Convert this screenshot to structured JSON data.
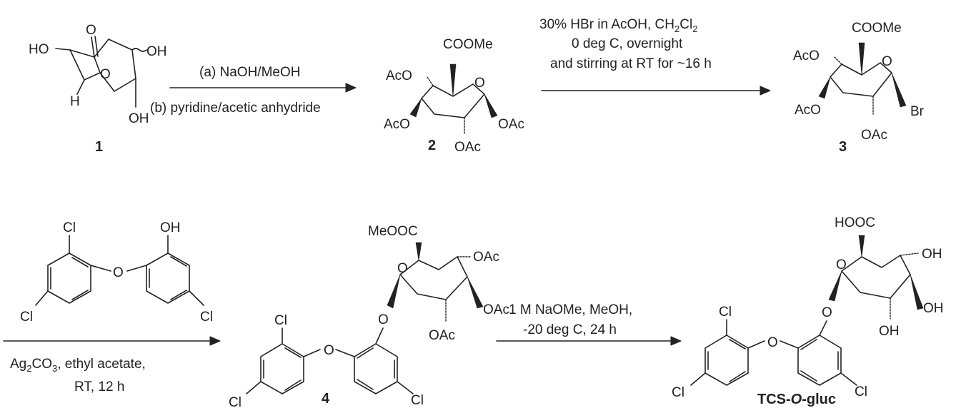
{
  "compounds": {
    "c1": {
      "number": "1",
      "labels": {
        "ho_left": "HO",
        "oh_right": "OH",
        "oh_bottom": "OH",
        "h": "H",
        "o_bridge": "O",
        "o_carbonyl": "O",
        "wavy": "∿"
      }
    },
    "c2": {
      "number": "2",
      "labels": {
        "coome": "COOMe",
        "aco_top": "AcO",
        "aco_left": "AcO",
        "oac_right": "OAc",
        "oac_bottom": "OAc",
        "ring_o": "O"
      }
    },
    "c3": {
      "number": "3",
      "labels": {
        "coome": "COOMe",
        "aco_top": "AcO",
        "aco_left": "AcO",
        "br": "Br",
        "oac_bottom": "OAc",
        "ring_o": "O"
      }
    },
    "reagent_phenol": {
      "labels": {
        "cl_top": "Cl",
        "cl_left": "Cl",
        "oh": "OH",
        "o_ether": "O",
        "cl_right": "Cl"
      }
    },
    "c4": {
      "number": "4",
      "labels": {
        "meooc": "MeOOC",
        "oac_top": "OAc",
        "oac_right": "OAc",
        "oac_bottom": "OAc",
        "ring_o": "O",
        "o_link": "O",
        "cl_top": "Cl",
        "o_ether": "O",
        "cl_left": "Cl",
        "cl_right": "Cl"
      }
    },
    "product": {
      "name_prefix": "TCS-",
      "name_italic": "O",
      "name_suffix": "-gluc",
      "labels": {
        "hooc": "HOOC",
        "oh_top": "OH",
        "oh_right": "OH",
        "oh_bottom": "OH",
        "ring_o": "O",
        "o_link": "O",
        "cl_top": "Cl",
        "o_ether": "O",
        "cl_left": "Cl",
        "cl_right": "Cl"
      }
    }
  },
  "arrows": {
    "a1": {
      "above": "(a) NaOH/MeOH",
      "below": "(b) pyridine/acetic anhydride"
    },
    "a2": {
      "line1_main": "30% HBr in AcOH, CH",
      "line1_sub": "2",
      "line1_tail": "Cl",
      "line1_sub2": "2",
      "line2": "0 deg C, overnight",
      "line3": "and stirring at RT for ~16 h"
    },
    "a3": {
      "line1_main": "Ag",
      "line1_sub": "2",
      "line1_mid": "CO",
      "line1_sub2": "3",
      "line1_tail": ", ethyl acetate,",
      "line2": "RT, 12 h"
    },
    "a4": {
      "line1": "1 M NaOMe, MeOH,",
      "line2": "-20 deg C, 24 h"
    }
  }
}
